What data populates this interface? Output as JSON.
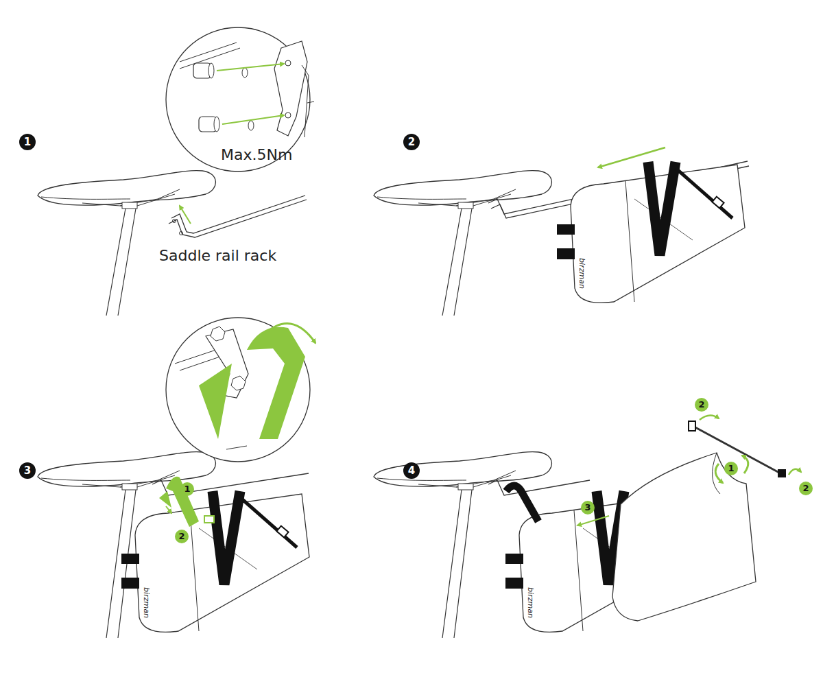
{
  "diagram": {
    "labels": [
      "1",
      "Max.5Nm",
      "Saddle rail rack",
      "2",
      "birzman",
      "3",
      "1",
      "2",
      "birzman",
      "4",
      "2",
      "1",
      "2",
      "3",
      "birzman"
    ]
  }
}
